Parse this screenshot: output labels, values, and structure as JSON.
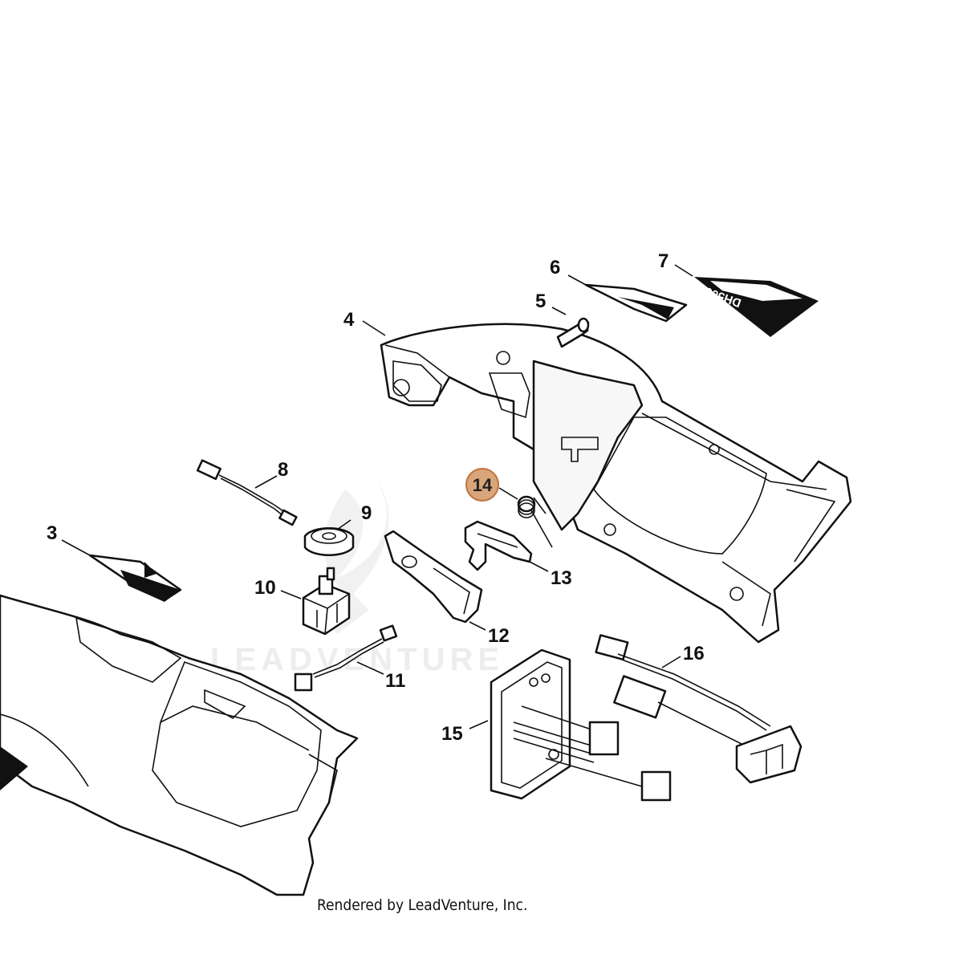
{
  "diagram": {
    "callouts": [
      "3",
      "4",
      "5",
      "6",
      "7",
      "8",
      "9",
      "10",
      "11",
      "12",
      "13",
      "14",
      "15",
      "16"
    ],
    "highlighted_callout": "14",
    "highlight_color": "#d9a57a",
    "highlight_border": "#c0733f",
    "decal_text": "DH5000",
    "watermark": "LEADVENTURE",
    "footer": "Rendered by LeadVenture, Inc."
  }
}
